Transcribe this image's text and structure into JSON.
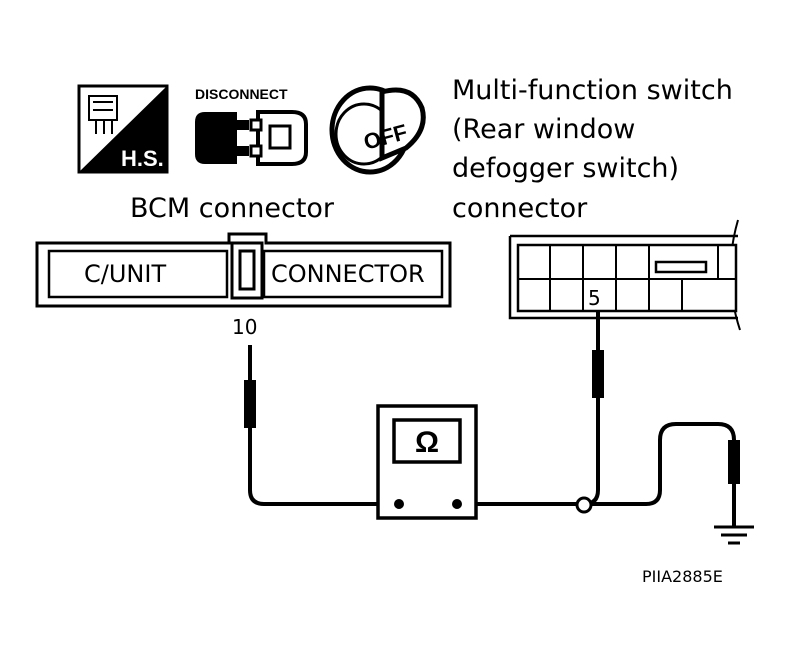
{
  "icons": {
    "hs_label": "H.S.",
    "disconnect_label": "DISCONNECT",
    "off_label": "OFF"
  },
  "bcm": {
    "title": "BCM connector",
    "unit_label": "C/UNIT",
    "connector_label": "CONNECTOR",
    "terminal": "10"
  },
  "switch": {
    "title_lines": [
      "Multi-function switch",
      "(Rear window",
      "defogger switch)",
      "connector"
    ],
    "terminal": "5"
  },
  "meter": {
    "symbol": "Ω"
  },
  "figure_id": "PIIA2885E"
}
